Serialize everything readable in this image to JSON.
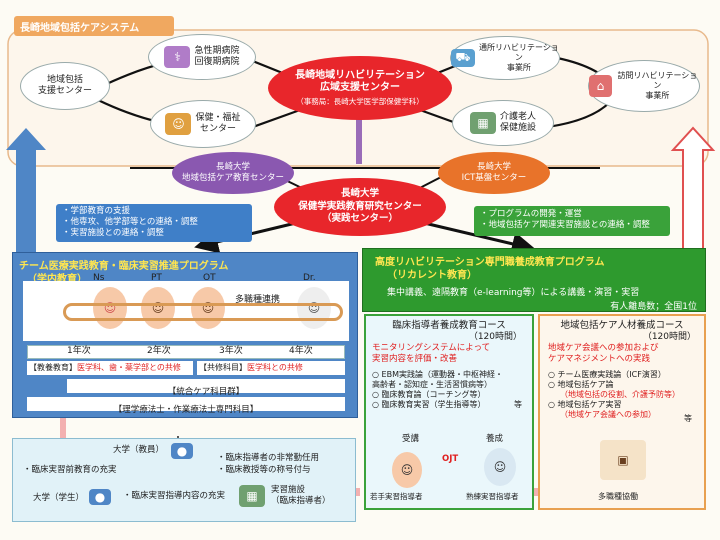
{
  "header": {
    "system_title": "長崎地域包括ケアシステム"
  },
  "top_nodes": {
    "community_center": "地域包括\n支援センター",
    "acute_hospital": "急性期病院\n回復期病院",
    "health_welfare": "保健・福祉\nセンター",
    "day_rehab": "通所リハビリテーション\n事業所",
    "visit_rehab": "訪問リハビリテーション\n事業所",
    "elderly_facility": "介護老人\n保健施設"
  },
  "hub": {
    "title": "長崎地域リハビリテーション\n広域支援センター",
    "sub": "（事務局：長崎大学医学部保健学科）"
  },
  "center": {
    "left_support": "長崎大学\n地域包括ケア教育センター",
    "right_support": "長崎大学\nICT基盤センター",
    "main": "長崎大学\n保健学実践教育研究センター\n（実践センター）"
  },
  "callouts": {
    "left": [
      "・学部教育の支援",
      "・他専攻、他学部等との連絡・調整",
      "・実習施設との連絡・調整"
    ],
    "right": [
      "・プログラムの開発・運営",
      "・地域包括ケア関連実習施設との連絡・調整"
    ]
  },
  "left_program": {
    "title": "チーム医療実践教育・臨床実習推進プログラム",
    "subtitle": "（学内教育）",
    "roles": [
      "Ns",
      "PT",
      "OT",
      "Dr."
    ],
    "multi": "多職種連携",
    "years": [
      "1年次",
      "2年次",
      "3年次",
      "4年次"
    ],
    "edu_label": "【教養教育】",
    "edu_text": "医学科、歯・薬学部との共修",
    "common_label": "【共修科目】",
    "common_text": "医学科との共修",
    "integrated": "【統合ケア科目群】",
    "specialized": "【理学療法士・作業療法士専門科目】"
  },
  "right_program": {
    "title": "高度リハビリテーション専門職養成教育プログラム",
    "subtitle": "（リカレント教育）",
    "desc": "集中講義、遠隔教育（e-learning等）による講義・演習・実習",
    "stat": "有人離島数；全国1位"
  },
  "course1": {
    "title": "臨床指導者養成教育コース",
    "hours": "（120時間）",
    "intro": "モニタリングシステムによって\n実習内容を評価・改善",
    "items": [
      "○ EBM実践論（運動器・中枢神経・\n高齢者・認知症・生活習慣病等）",
      "○ 臨床教育論（コーチング等）",
      "○ 臨床教育実習（学生指導等）"
    ],
    "etc": "等",
    "receive": "受講",
    "train": "養成",
    "ojt": "OJT",
    "young": "若手実習指導者",
    "skilled": "熟練実習指導者"
  },
  "course2": {
    "title": "地域包括ケア人材養成コース",
    "hours": "（120時間）",
    "intro": "地域ケア会議への参加および\nケアマネジメントへの実践",
    "items": [
      "○ チーム医療実践論（ICF演習）",
      "○ 地域包括ケア論",
      "（地域包括の役割、介護予防等）",
      "○ 地域包括ケア実習",
      "（地域ケア会議への参加）"
    ],
    "etc": "等",
    "multi_conf": "多職種協働"
  },
  "bottom": {
    "univ_faculty": "大学（教員）",
    "univ_student": "大学（学生）",
    "facility": "実習施設\n（臨床指導者）",
    "l1": "・臨床実習前教育の充実",
    "r1": "・臨床指導者の非常勤任用",
    "r2": "・臨床教授等の称号付与",
    "mid": "・臨床実習指導内容の充実"
  }
}
